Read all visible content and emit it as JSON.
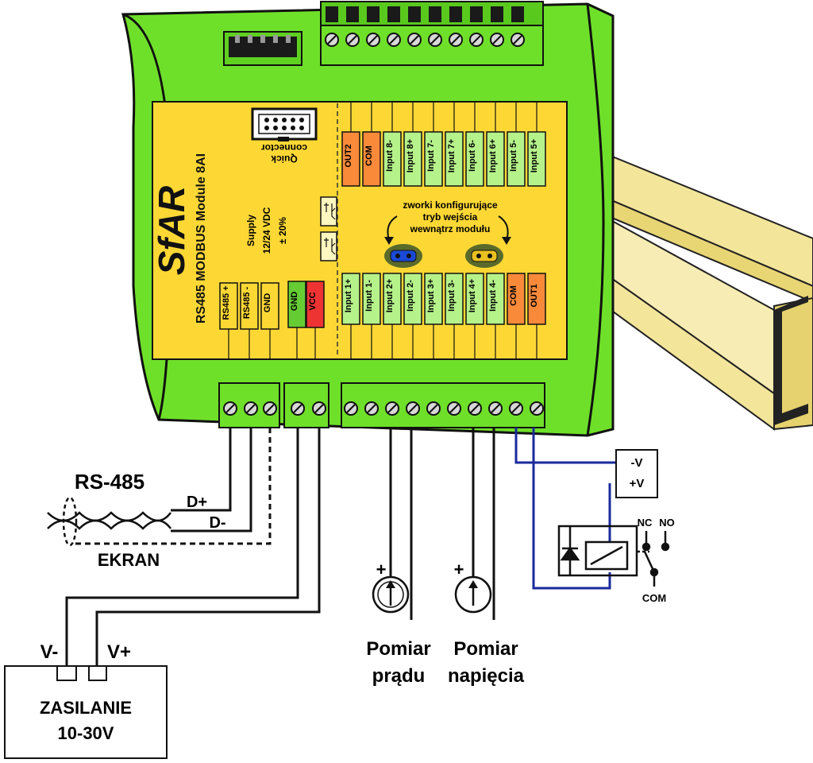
{
  "module": {
    "brand": "SfAR",
    "model": "RS485 MODBUS Module 8AI",
    "supply_lines": [
      "Supply",
      "12/24 VDC",
      "± 20%"
    ],
    "quick_connector": [
      "Quick",
      "connector"
    ],
    "jumper_note": [
      "zworki konfigurujące",
      "tryb wejścia",
      "wewnątrz modułu"
    ],
    "comm_pins": [
      "RS485 +",
      "RS485 -",
      "GND"
    ],
    "power_pins": [
      "GND",
      "VCC"
    ],
    "top_pins": [
      "OUT2",
      "COM",
      "Input 8-",
      "Input 8+",
      "Input 7-",
      "Input 7+",
      "Input 6-",
      "Input 6+",
      "Input 5-",
      "Input 5+"
    ],
    "bottom_pins": [
      "Input 1+",
      "Input 1-",
      "Input 2+",
      "Input 2-",
      "Input 3+",
      "Input 3-",
      "Input 4+",
      "Input 4-",
      "COM",
      "OUT1"
    ]
  },
  "wiring": {
    "rs485_title": "RS-485",
    "d_plus": "D+",
    "d_minus": "D-",
    "shield": "EKRAN",
    "v_minus": "V-",
    "v_plus": "V+",
    "power_supply": [
      "ZASILANIE",
      "10-30V"
    ],
    "current_plus": "+",
    "voltage_plus": "+",
    "current_measure": [
      "Pomiar",
      "prądu"
    ],
    "voltage_measure": [
      "Pomiar",
      "napięcia"
    ],
    "relay_supply": [
      "-V",
      "+V"
    ],
    "relay_nc": "NC",
    "relay_no": "NO",
    "relay_com": "COM"
  },
  "colors": {
    "housing_green": "#6fe029",
    "face_yellow": "#fdd835",
    "pin_orange": "#f88a3a",
    "pin_green": "#b5f28a",
    "gnd_green": "#66cc33",
    "vcc_red": "#ee3333",
    "rail_tan": "#f3e59a",
    "wire_blue": "#1a2a9c"
  }
}
